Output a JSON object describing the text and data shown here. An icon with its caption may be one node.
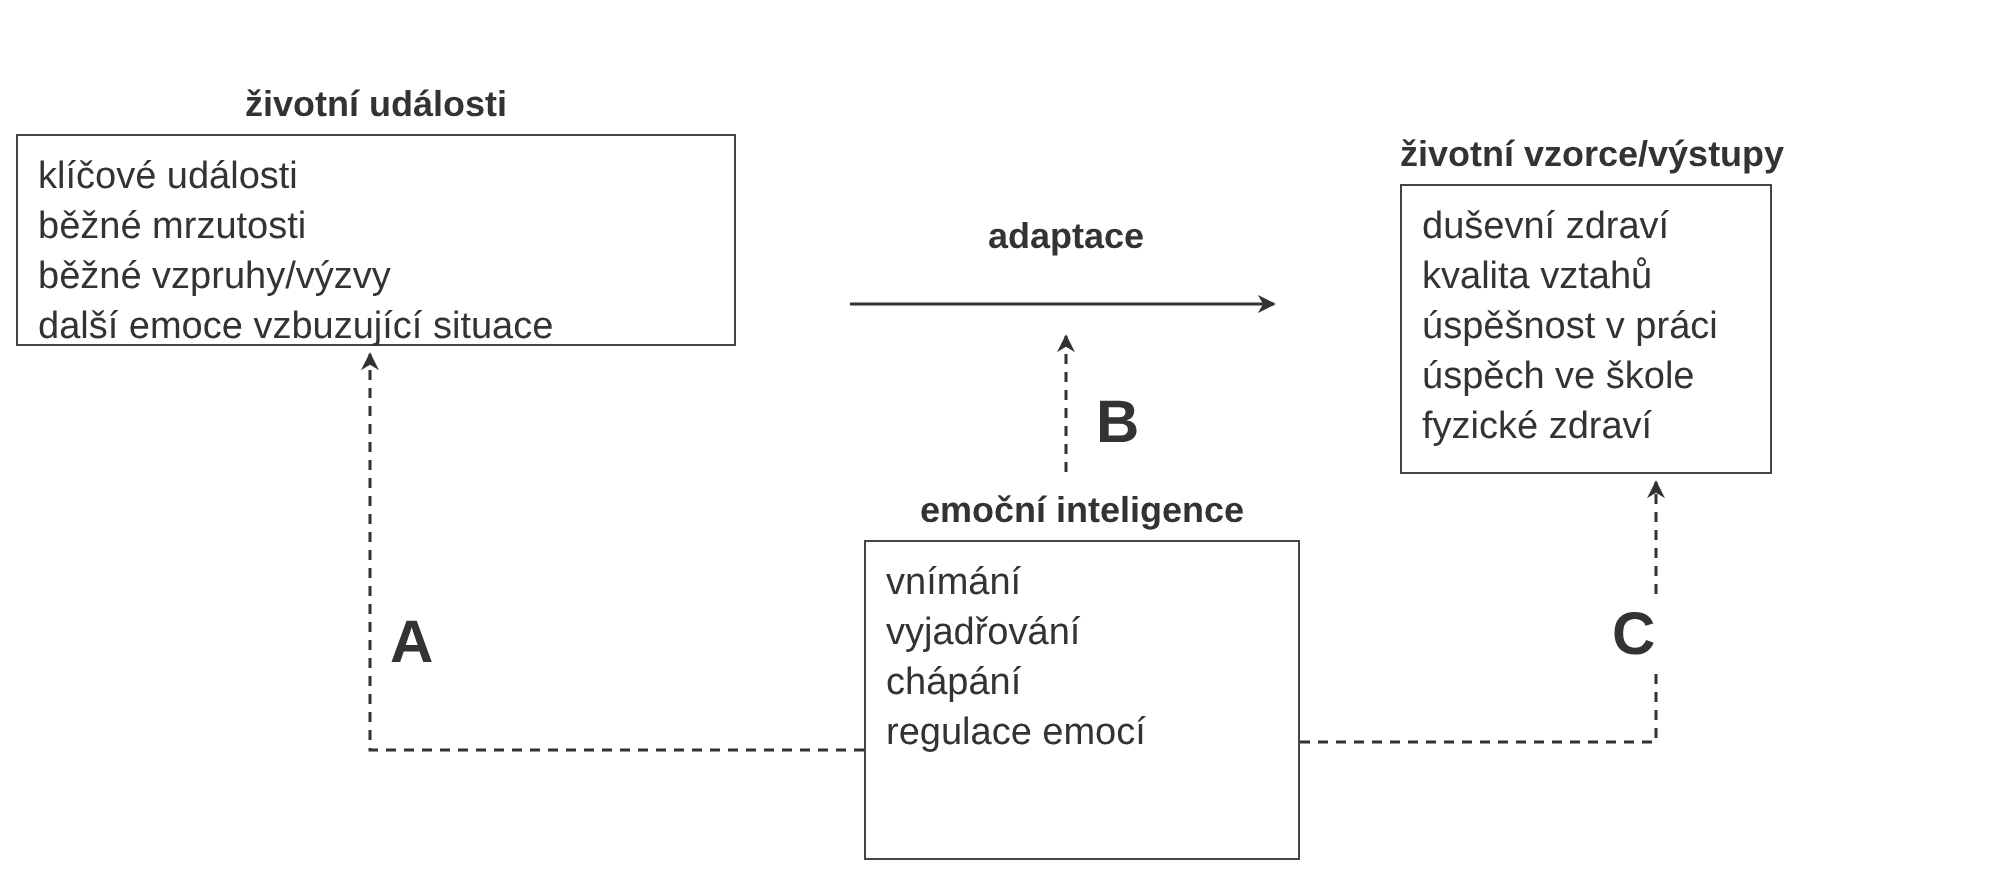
{
  "diagram": {
    "nodes": [
      {
        "text": [
          "životní události",
          "klíčové události",
          "běžné mrzutosti",
          "běžné vzpruhy/výzvy",
          "další emoce vzbuzující situace"
        ]
      },
      {
        "text": [
          "životní vzorce/výstupy",
          "duševní zdraví",
          "kvalita vztahů",
          "úspěšnost v práci",
          "úspěch ve škole",
          "fyzické zdraví"
        ]
      },
      {
        "text": [
          "emoční inteligence",
          "vnímání",
          "vyjadřování",
          "chápání",
          "regulace emocí"
        ]
      }
    ],
    "edges": [
      {
        "from": 0,
        "to": 1,
        "arrow": "to",
        "label": "adaptace"
      },
      {
        "from": 2,
        "to": null,
        "arrow": "to",
        "label": "B",
        "style": "dashed"
      },
      {
        "from": 2,
        "to": 0,
        "arrow": "to",
        "label": "A",
        "style": "dashed"
      },
      {
        "from": 2,
        "to": 1,
        "arrow": "to",
        "label": "C",
        "style": "dashed"
      }
    ]
  }
}
